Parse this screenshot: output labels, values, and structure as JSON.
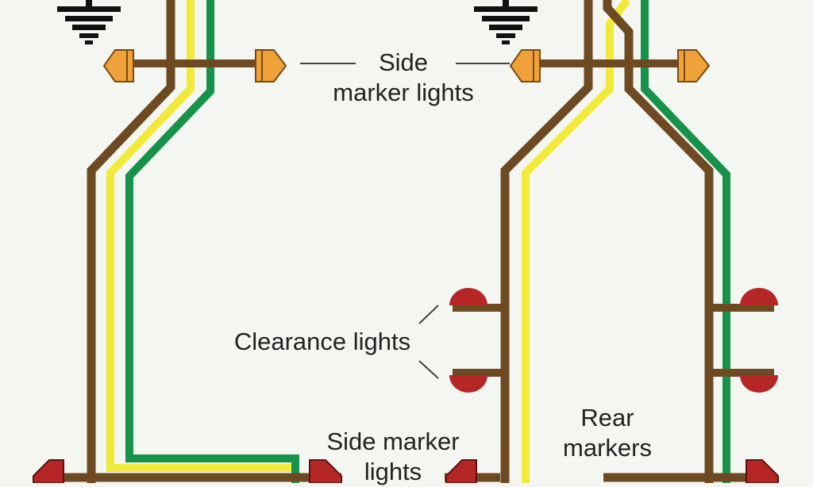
{
  "labels": {
    "side_marker_top": [
      "Side",
      "marker lights"
    ],
    "clearance": "Clearance lights",
    "side_marker_bottom": [
      "Side marker",
      "lights"
    ],
    "rear_markers": [
      "Rear",
      "markers"
    ]
  },
  "colors": {
    "background": "#f3f6f1",
    "brown_wire": "#6e4a22",
    "yellow_wire": "#f2ea3a",
    "green_wire": "#17924a",
    "amber_lamp": "#f0a23a",
    "red_lamp": "#b52626",
    "ground": "#111111",
    "leader": "#444444"
  }
}
